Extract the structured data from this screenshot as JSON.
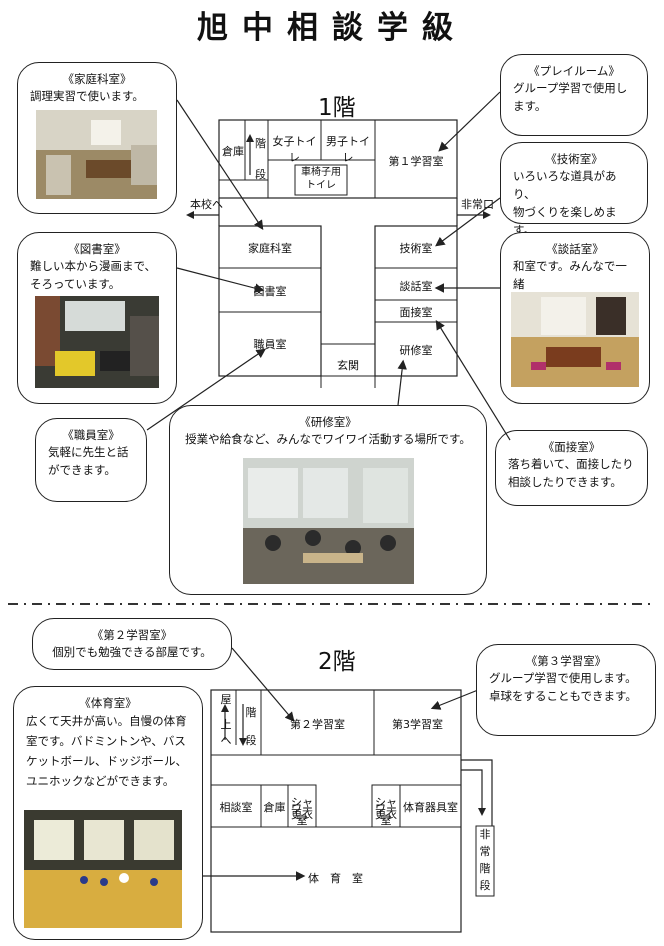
{
  "title": "旭中相談学級",
  "floor1": {
    "title": "1階",
    "rooms": {
      "toilet_f": "女子トイレ",
      "toilet_m": "男子トイレ",
      "toilet_w": "車椅子用\nトイレ",
      "study1": "第１学習室",
      "kasei": "家庭科室",
      "gijutsu": "技術室",
      "tosho": "図書室",
      "danwa": "談話室",
      "mensetsu": "面接室",
      "shokuin": "職員室",
      "kenshu": "研修室",
      "genkan": "玄関",
      "souko_stair": "倉庫",
      "stair_chars": [
        "階",
        "段"
      ]
    },
    "labels": {
      "to_main": "本校へ",
      "exit": "非常口"
    }
  },
  "floor2": {
    "title": "2階",
    "rooms": {
      "study2": "第２学習室",
      "study3": "第3学習室",
      "soudan": "相談室",
      "souko": "倉庫",
      "shower1": "シャワー\n更衣室",
      "shower2": "シャワー\n更衣室",
      "taiiku_kigu": "体育器具室",
      "taiiku": "体　育　室",
      "stair_left": [
        "屋",
        "上",
        "へ"
      ],
      "stair_right": [
        "階",
        "段"
      ],
      "emergency_stair": [
        "非",
        "常",
        "階",
        "段"
      ]
    }
  },
  "callouts": {
    "kasei": {
      "head": "《家庭科室》",
      "body": "調理実習で使います。"
    },
    "tosho": {
      "head": "《図書室》",
      "body": "難しい本から漫画まで、\nそろっています。"
    },
    "shokuin": {
      "head": "《職員室》",
      "body": "気軽に先生と話\nができます。"
    },
    "kenshu": {
      "head": "《研修室》",
      "body": "授業や給食など、みんなでワイワイ活動する場所です。"
    },
    "play": {
      "head": "《プレイルーム》",
      "body": "グループ学習で使用し\nます。"
    },
    "gijutsu": {
      "head": "《技術室》",
      "body": "いろいろな道具があり、\n物づくりを楽しめます。"
    },
    "danwa": {
      "head": "《談話室》",
      "body": "和室です。みんなで一緒\nにのんびりできます。"
    },
    "mensetsu": {
      "head": "《面接室》",
      "body": "落ち着いて、面接したり\n相談したりできます。"
    },
    "study2": {
      "head": "《第２学習室》",
      "body": "個別でも勉強できる部屋です。"
    },
    "study3": {
      "head": "《第３学習室》",
      "body": "グループ学習で使用します。\n卓球をすることもできます。"
    },
    "taiiku": {
      "head": "《体育室》",
      "body": "広くて天井が高い。自慢の体育\n室です。バドミントンや、バス\nケットボール、ドッジボール、\nユニホックなどができます。"
    }
  }
}
